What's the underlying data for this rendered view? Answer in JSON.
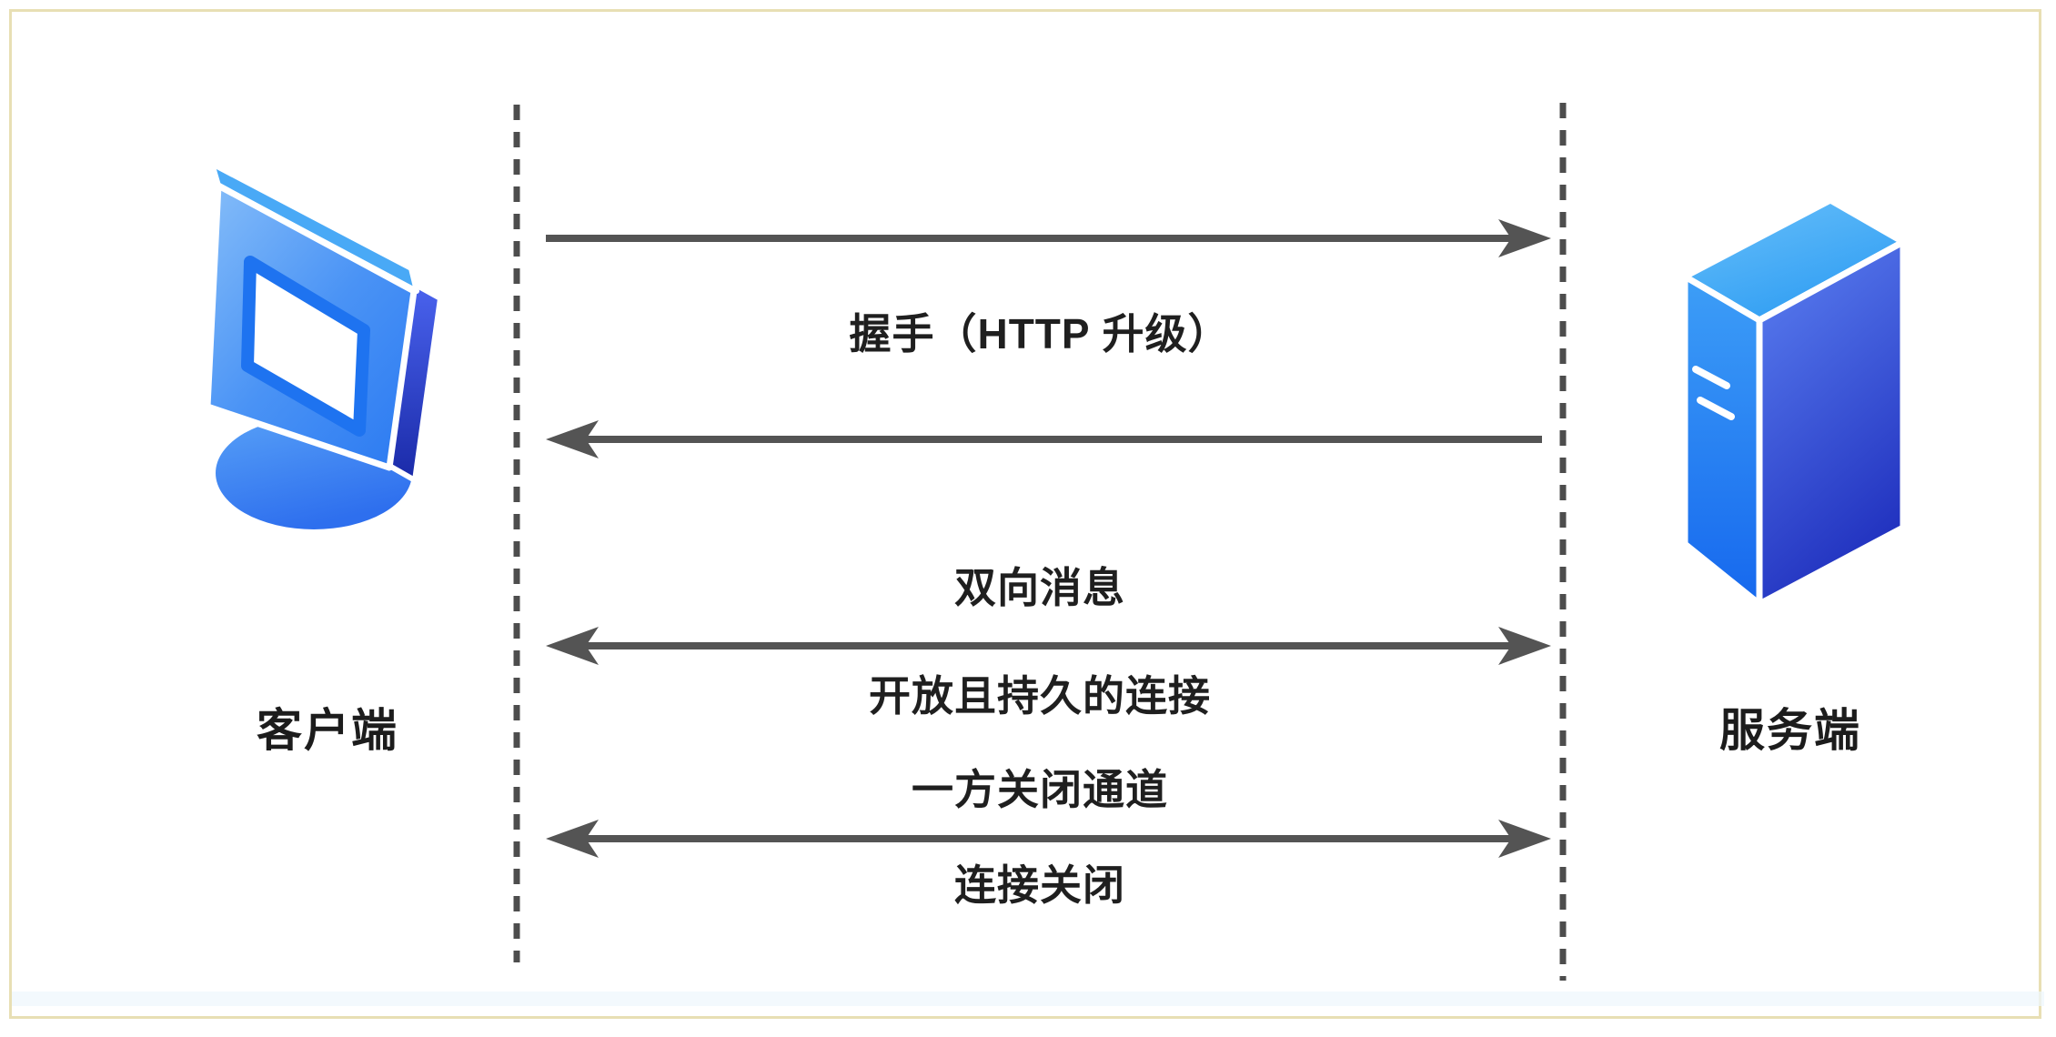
{
  "diagram": {
    "title_hint": "websocket-lifecycle-sequence",
    "client": {
      "label": "客户端"
    },
    "server": {
      "label": "服务端"
    },
    "steps": {
      "handshake": "握手（HTTP 升级）",
      "bidirectional_messages": "双向消息",
      "persistent_connection": "开放且持久的连接",
      "close_channel": "一方关闭通道",
      "connection_closed": "连接关闭"
    },
    "arrows": [
      {
        "name": "handshake-request",
        "direction": "client-to-server"
      },
      {
        "name": "handshake-response",
        "direction": "server-to-client"
      },
      {
        "name": "bidirectional-messages",
        "direction": "both"
      },
      {
        "name": "close-channel",
        "direction": "both"
      }
    ],
    "colors": {
      "arrow": "#545454",
      "lifeline": "#4d4d4d",
      "border": "#e8dfb4",
      "text": "#1f1f1f",
      "icon_blue_light": "#7ab5f8",
      "icon_blue": "#2f7df2",
      "icon_blue_dark": "#2233c0"
    }
  }
}
